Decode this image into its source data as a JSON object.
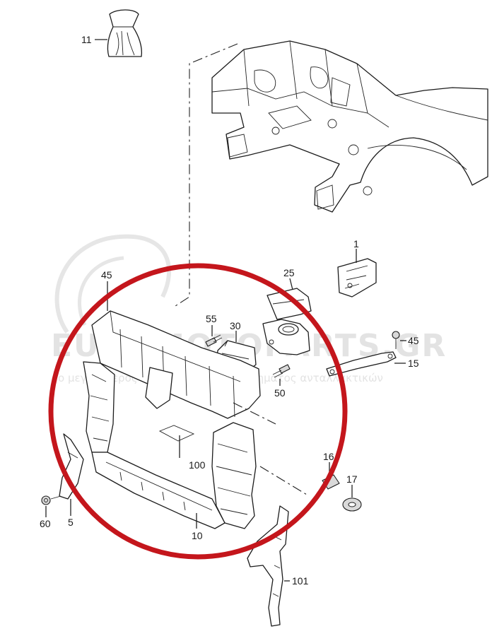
{
  "watermark": {
    "brand": "EUROMOTOPARTS.GR",
    "tagline": "ο μεγαλύτερος ηλεκτρονικός καταστηματος ανταλλακτικών"
  },
  "colors": {
    "highlight_circle": "#c4161c",
    "line": "#222222",
    "watermark": "#e3e3e3"
  },
  "callouts": [
    {
      "id": "c11",
      "text": "11"
    },
    {
      "id": "c1",
      "text": "1"
    },
    {
      "id": "c25",
      "text": "25"
    },
    {
      "id": "c45a",
      "text": "45"
    },
    {
      "id": "c55",
      "text": "55"
    },
    {
      "id": "c30",
      "text": "30"
    },
    {
      "id": "c45b",
      "text": "45"
    },
    {
      "id": "c15",
      "text": "15"
    },
    {
      "id": "c50",
      "text": "50"
    },
    {
      "id": "c100",
      "text": "100"
    },
    {
      "id": "c16",
      "text": "16"
    },
    {
      "id": "c17",
      "text": "17"
    },
    {
      "id": "c60",
      "text": "60"
    },
    {
      "id": "c5",
      "text": "5"
    },
    {
      "id": "c10",
      "text": "10"
    },
    {
      "id": "c101",
      "text": "101"
    }
  ]
}
